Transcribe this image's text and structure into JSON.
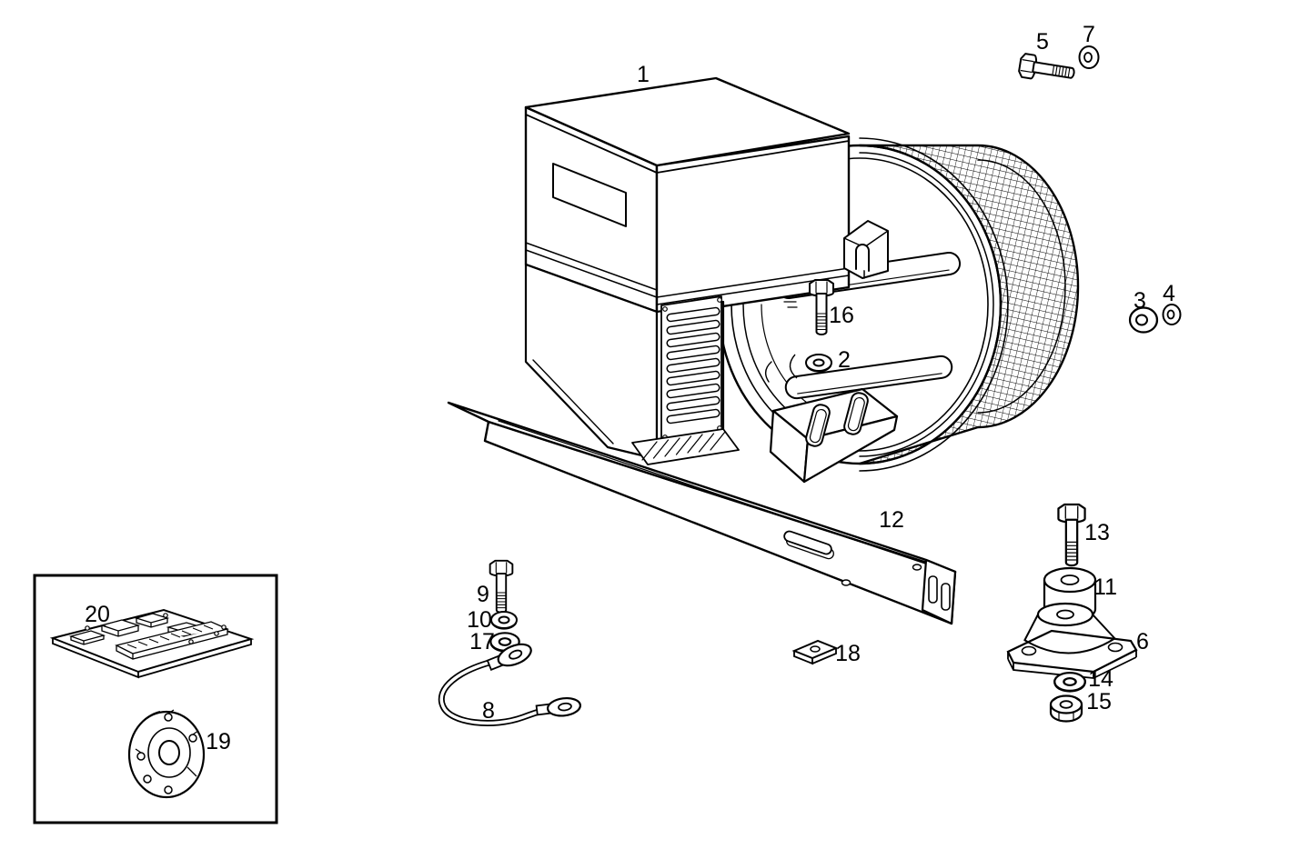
{
  "figure": {
    "background": "#ffffff",
    "ink": "#000000"
  },
  "callouts": [
    {
      "label": "1"
    },
    {
      "label": "2"
    },
    {
      "label": "3"
    },
    {
      "label": "4"
    },
    {
      "label": "5"
    },
    {
      "label": "6"
    },
    {
      "label": "7"
    },
    {
      "label": "8"
    },
    {
      "label": "9"
    },
    {
      "label": "10"
    },
    {
      "label": "11"
    },
    {
      "label": "12"
    },
    {
      "label": "13"
    },
    {
      "label": "14"
    },
    {
      "label": "15"
    },
    {
      "label": "16"
    },
    {
      "label": "17"
    },
    {
      "label": "18"
    },
    {
      "label": "19"
    },
    {
      "label": "20"
    }
  ]
}
